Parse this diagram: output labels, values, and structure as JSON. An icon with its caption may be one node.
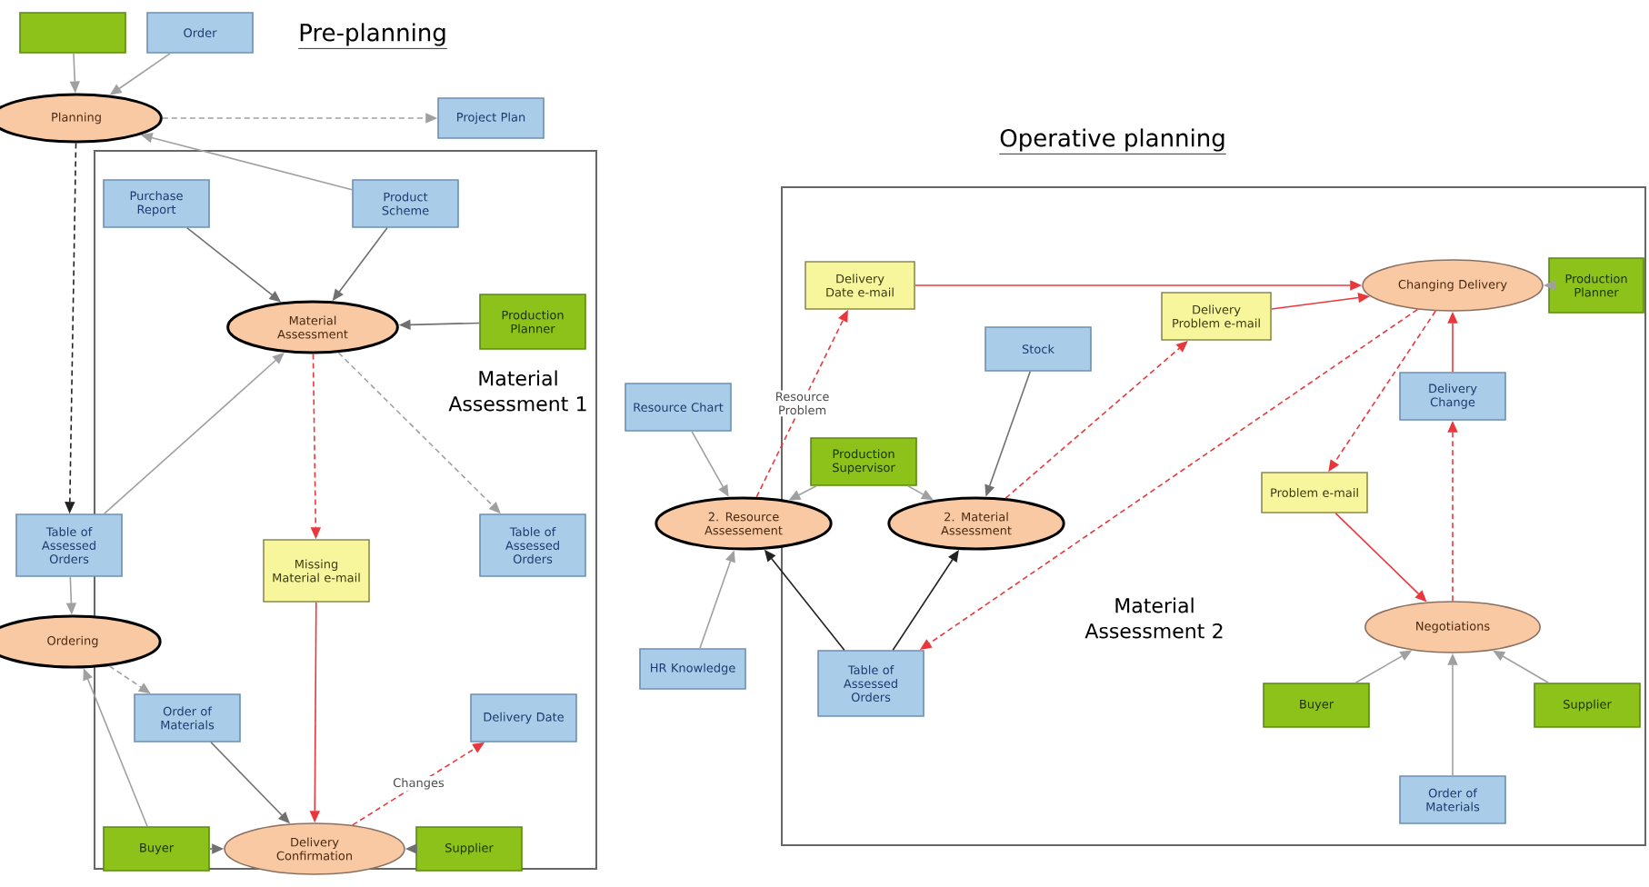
{
  "diagram": {
    "nodes": [
      {
        "text": [],
        "shape": "box"
      },
      {
        "text": [
          "Order"
        ]
      },
      {
        "text": [
          "Planning"
        ]
      },
      {
        "text": [
          "Project Plan"
        ]
      },
      {
        "text": [
          "Material Assessment 1"
        ]
      },
      {
        "text": [
          "Purchase Report"
        ],
        "in": 4
      },
      {
        "text": [
          "Product Scheme"
        ],
        "in": 4
      },
      {
        "text": [
          "Material Assessment"
        ],
        "in": 4
      },
      {
        "text": [
          "Production Planner"
        ],
        "in": 4
      },
      {
        "text": [
          "Table of Assessed Orders"
        ]
      },
      {
        "text": [
          "Missing Material e-mail"
        ],
        "in": 4
      },
      {
        "text": [
          "Table of Assessed Orders"
        ],
        "in": 4
      },
      {
        "text": [
          "Ordering"
        ]
      },
      {
        "text": [
          "Order of Materials"
        ],
        "in": 4
      },
      {
        "text": [
          "Delivery Date"
        ],
        "in": 4
      },
      {
        "text": [
          "Buyer"
        ],
        "in": 4
      },
      {
        "text": [
          "Delivery Confirmation"
        ],
        "in": 4
      },
      {
        "text": [
          "Supplier"
        ],
        "in": 4
      },
      {
        "text": [
          "Material Assessment 2"
        ]
      },
      {
        "text": [
          "Delivery Date e-mail"
        ],
        "in": 18
      },
      {
        "text": [
          "Stock"
        ],
        "in": 18
      },
      {
        "text": [
          "Delivery Problem e-mail"
        ],
        "in": 18
      },
      {
        "text": [
          "Changing Delivery"
        ],
        "in": 18
      },
      {
        "text": [
          "Production Planner"
        ],
        "in": 18
      },
      {
        "text": [
          "Resource Chart"
        ]
      },
      {
        "text": [
          "Delivery Change"
        ],
        "in": 18
      },
      {
        "text": [
          "Production Supervisor"
        ],
        "in": 18
      },
      {
        "text": [
          "Problem e-mail"
        ],
        "in": 18
      },
      {
        "text": [
          "2. Resource Assessement"
        ]
      },
      {
        "text": [
          "2. Material Assessment"
        ],
        "in": 18
      },
      {
        "text": [
          "Negotiations"
        ],
        "in": 18
      },
      {
        "text": [
          "HR Knowledge"
        ]
      },
      {
        "text": [
          "Table of Assessed Orders"
        ],
        "in": 18
      },
      {
        "text": [
          "Buyer"
        ],
        "in": 18
      },
      {
        "text": [
          "Supplier"
        ],
        "in": 18
      },
      {
        "text": [
          "Order of Materials"
        ],
        "in": 18
      }
    ],
    "edges": [
      {
        "from": 0,
        "to": 2,
        "arrow": "to"
      },
      {
        "from": 1,
        "to": 2,
        "arrow": "to"
      },
      {
        "from": 2,
        "to": 3,
        "arrow": "to",
        "style": "dashed"
      },
      {
        "from": 6,
        "to": 2,
        "arrow": "to"
      },
      {
        "from": 2,
        "to": 9,
        "arrow": "to",
        "style": "dashed",
        "color": "#222222"
      },
      {
        "from": 5,
        "to": 7,
        "arrow": "to",
        "color": "#707070"
      },
      {
        "from": 6,
        "to": 7,
        "arrow": "to",
        "color": "#707070"
      },
      {
        "from": 8,
        "to": 7,
        "arrow": "to",
        "color": "#707070"
      },
      {
        "from": 9,
        "to": 7,
        "arrow": "to"
      },
      {
        "from": 7,
        "to": 10,
        "arrow": "to",
        "style": "dashed",
        "color": "#e8383d"
      },
      {
        "from": 7,
        "to": 11,
        "arrow": "to",
        "style": "dashed"
      },
      {
        "from": 9,
        "to": 12,
        "arrow": "to"
      },
      {
        "from": 12,
        "to": 13,
        "arrow": "to",
        "style": "dashed"
      },
      {
        "from": 15,
        "to": 12,
        "arrow": "to"
      },
      {
        "from": 10,
        "to": 16,
        "arrow": "to",
        "color": "#e8383d"
      },
      {
        "from": 13,
        "to": 16,
        "arrow": "to",
        "color": "#707070"
      },
      {
        "from": 15,
        "to": 16,
        "arrow": "to",
        "color": "#707070"
      },
      {
        "from": 17,
        "to": 16,
        "arrow": "to",
        "color": "#707070"
      },
      {
        "from": 16,
        "to": 14,
        "arrow": "to",
        "label": "Changes",
        "style": "dashed",
        "color": "#e8383d"
      },
      {
        "from": 24,
        "to": 28,
        "arrow": "to"
      },
      {
        "from": 28,
        "to": 19,
        "arrow": "to",
        "label": "Resource Problem",
        "style": "dashed",
        "color": "#e8383d"
      },
      {
        "from": 26,
        "to": 28,
        "arrow": "to"
      },
      {
        "from": 26,
        "to": 29,
        "arrow": "to"
      },
      {
        "from": 20,
        "to": 29,
        "arrow": "to",
        "color": "#707070"
      },
      {
        "from": 19,
        "to": 22,
        "arrow": "to",
        "color": "#e8383d"
      },
      {
        "from": 21,
        "to": 22,
        "arrow": "to",
        "color": "#e8383d"
      },
      {
        "from": 29,
        "to": 21,
        "arrow": "to",
        "style": "dashed",
        "color": "#e8383d"
      },
      {
        "from": 22,
        "to": 32,
        "arrow": "to",
        "style": "dashed",
        "color": "#e8383d"
      },
      {
        "from": 22,
        "to": 27,
        "arrow": "to",
        "style": "dashed",
        "color": "#e8383d"
      },
      {
        "from": 25,
        "to": 22,
        "arrow": "to",
        "color": "#e8383d"
      },
      {
        "from": 30,
        "to": 25,
        "arrow": "to",
        "style": "dashed",
        "color": "#e8383d"
      },
      {
        "from": 27,
        "to": 30,
        "arrow": "to",
        "color": "#e8383d"
      },
      {
        "from": 23,
        "to": 22,
        "arrow": "to"
      },
      {
        "from": 31,
        "to": 28,
        "arrow": "to"
      },
      {
        "from": 32,
        "to": 28,
        "arrow": "to",
        "color": "#222222"
      },
      {
        "from": 32,
        "to": 29,
        "arrow": "to",
        "color": "#222222"
      },
      {
        "from": 33,
        "to": 30,
        "arrow": "to"
      },
      {
        "from": 34,
        "to": 30,
        "arrow": "to"
      },
      {
        "from": 35,
        "to": 30,
        "arrow": "to"
      }
    ],
    "labels": [
      "Pre-planning",
      "Operative planning"
    ]
  }
}
